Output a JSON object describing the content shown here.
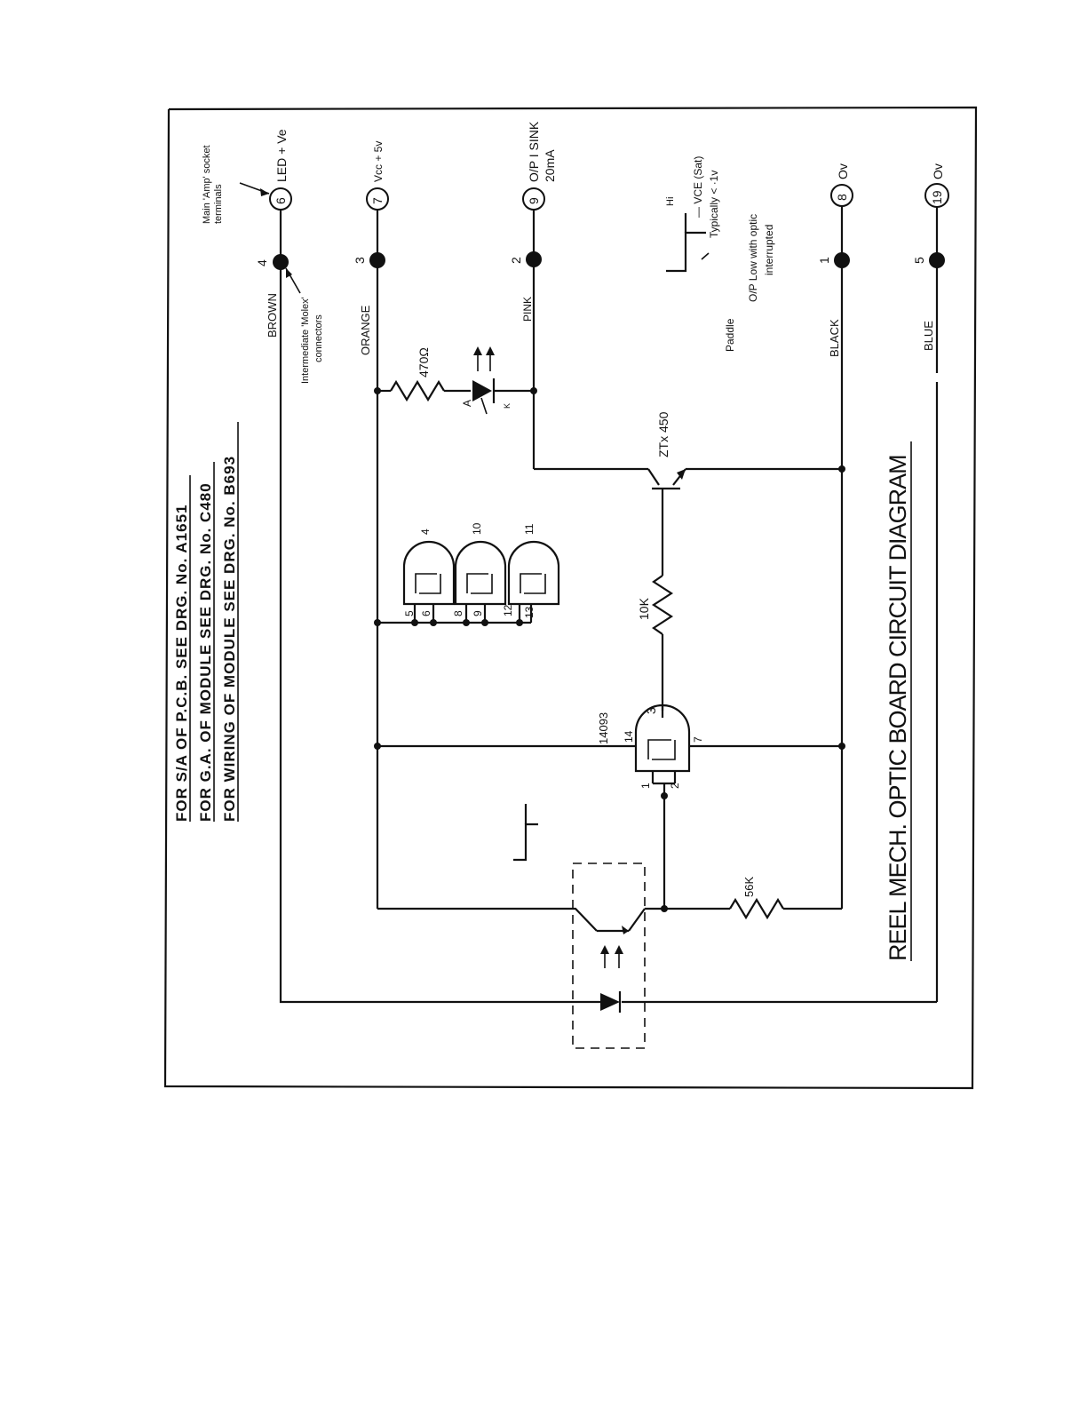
{
  "header": {
    "lines": [
      "FOR  S/A  OF  P.C.B.  SEE  DRG.  No.  A1651",
      "FOR  G.A.  OF  MODULE  SEE  DRG. No. C480",
      "FOR  WIRING  OF  MODULE  SEE  DRG. No. B693"
    ]
  },
  "title": "REEL MECH. OPTIC BOARD CIRCUIT DIAGRAM",
  "annotations": {
    "amp_socket": "Main 'Amp' socket",
    "amp_terminals": "terminals",
    "molex": "Intermediate 'Molex'",
    "molex2": "connectors",
    "paddle": "Paddle",
    "op_low": "O/P  Low with optic",
    "op_low2": "interrupted",
    "hi": "Hi",
    "vce": "— VCE (Sat)",
    "typ": "Typically < ·1v"
  },
  "terminals": [
    {
      "num": "6",
      "label": "LED + Ve",
      "pin": "4",
      "wire": "BROWN"
    },
    {
      "num": "7",
      "label": "Vcc + 5v",
      "pin": "3",
      "wire": "ORANGE"
    },
    {
      "num": "9",
      "label": "O/P I SINK",
      "label2": "20mA",
      "pin": "2",
      "wire": "PINK"
    },
    {
      "num": "8",
      "label": "Ov",
      "pin": "1",
      "wire": "BLACK"
    },
    {
      "num": "19",
      "label": "Ov",
      "pin": "5",
      "wire": "BLUE"
    }
  ],
  "components": {
    "r1": "470Ω",
    "led_a": "A",
    "led_k": "K",
    "transistor": "ZTx 450",
    "r2": "10K",
    "r3": "56K",
    "ic": "14093"
  },
  "gate_main": {
    "pin_out": "3",
    "pin_vcc": "14",
    "pin_gnd": "7",
    "pin_in1": "1",
    "pin_in2": "2"
  },
  "gates_unused": [
    {
      "in1": "5",
      "in2": "6",
      "out": "4"
    },
    {
      "in1": "8",
      "in2": "9",
      "out": "10"
    },
    {
      "in1": "12",
      "in2": "13",
      "out": "11"
    }
  ]
}
